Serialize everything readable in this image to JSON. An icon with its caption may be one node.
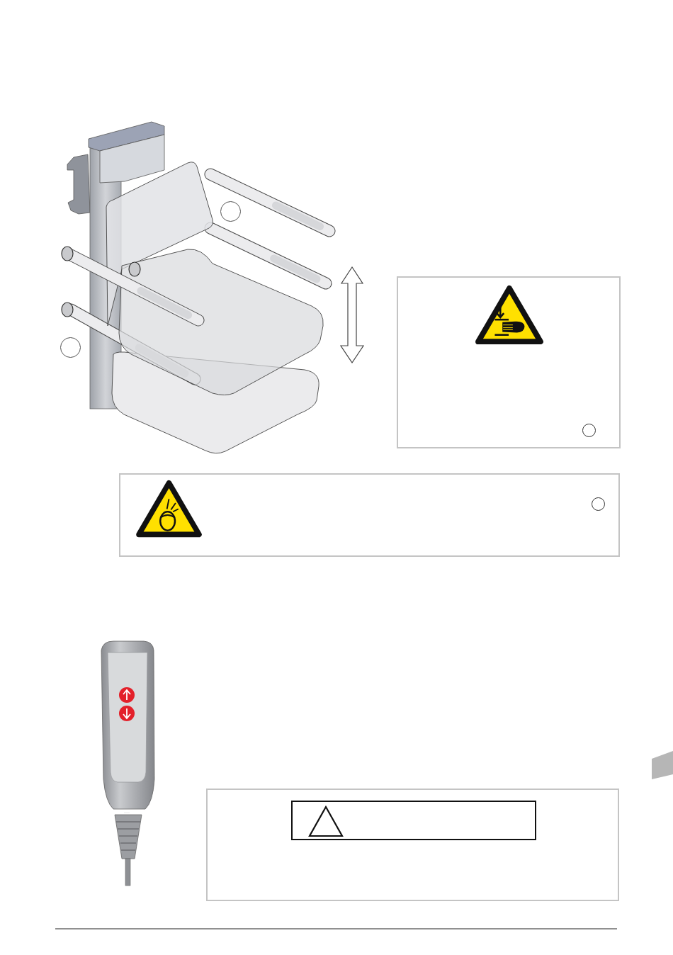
{
  "diagram": {
    "nodes": [
      {
        "text": [],
        "shape": "circle"
      },
      {
        "text": [],
        "shape": "circle"
      },
      {
        "text": [],
        "shape": "box"
      },
      {
        "text": [],
        "shape": "circle",
        "in": 2
      },
      {
        "text": [],
        "shape": "box"
      },
      {
        "text": [],
        "shape": "circle",
        "in": 4
      },
      {
        "text": [],
        "shape": "box"
      },
      {
        "text": [],
        "shape": "box",
        "in": 6
      }
    ]
  }
}
